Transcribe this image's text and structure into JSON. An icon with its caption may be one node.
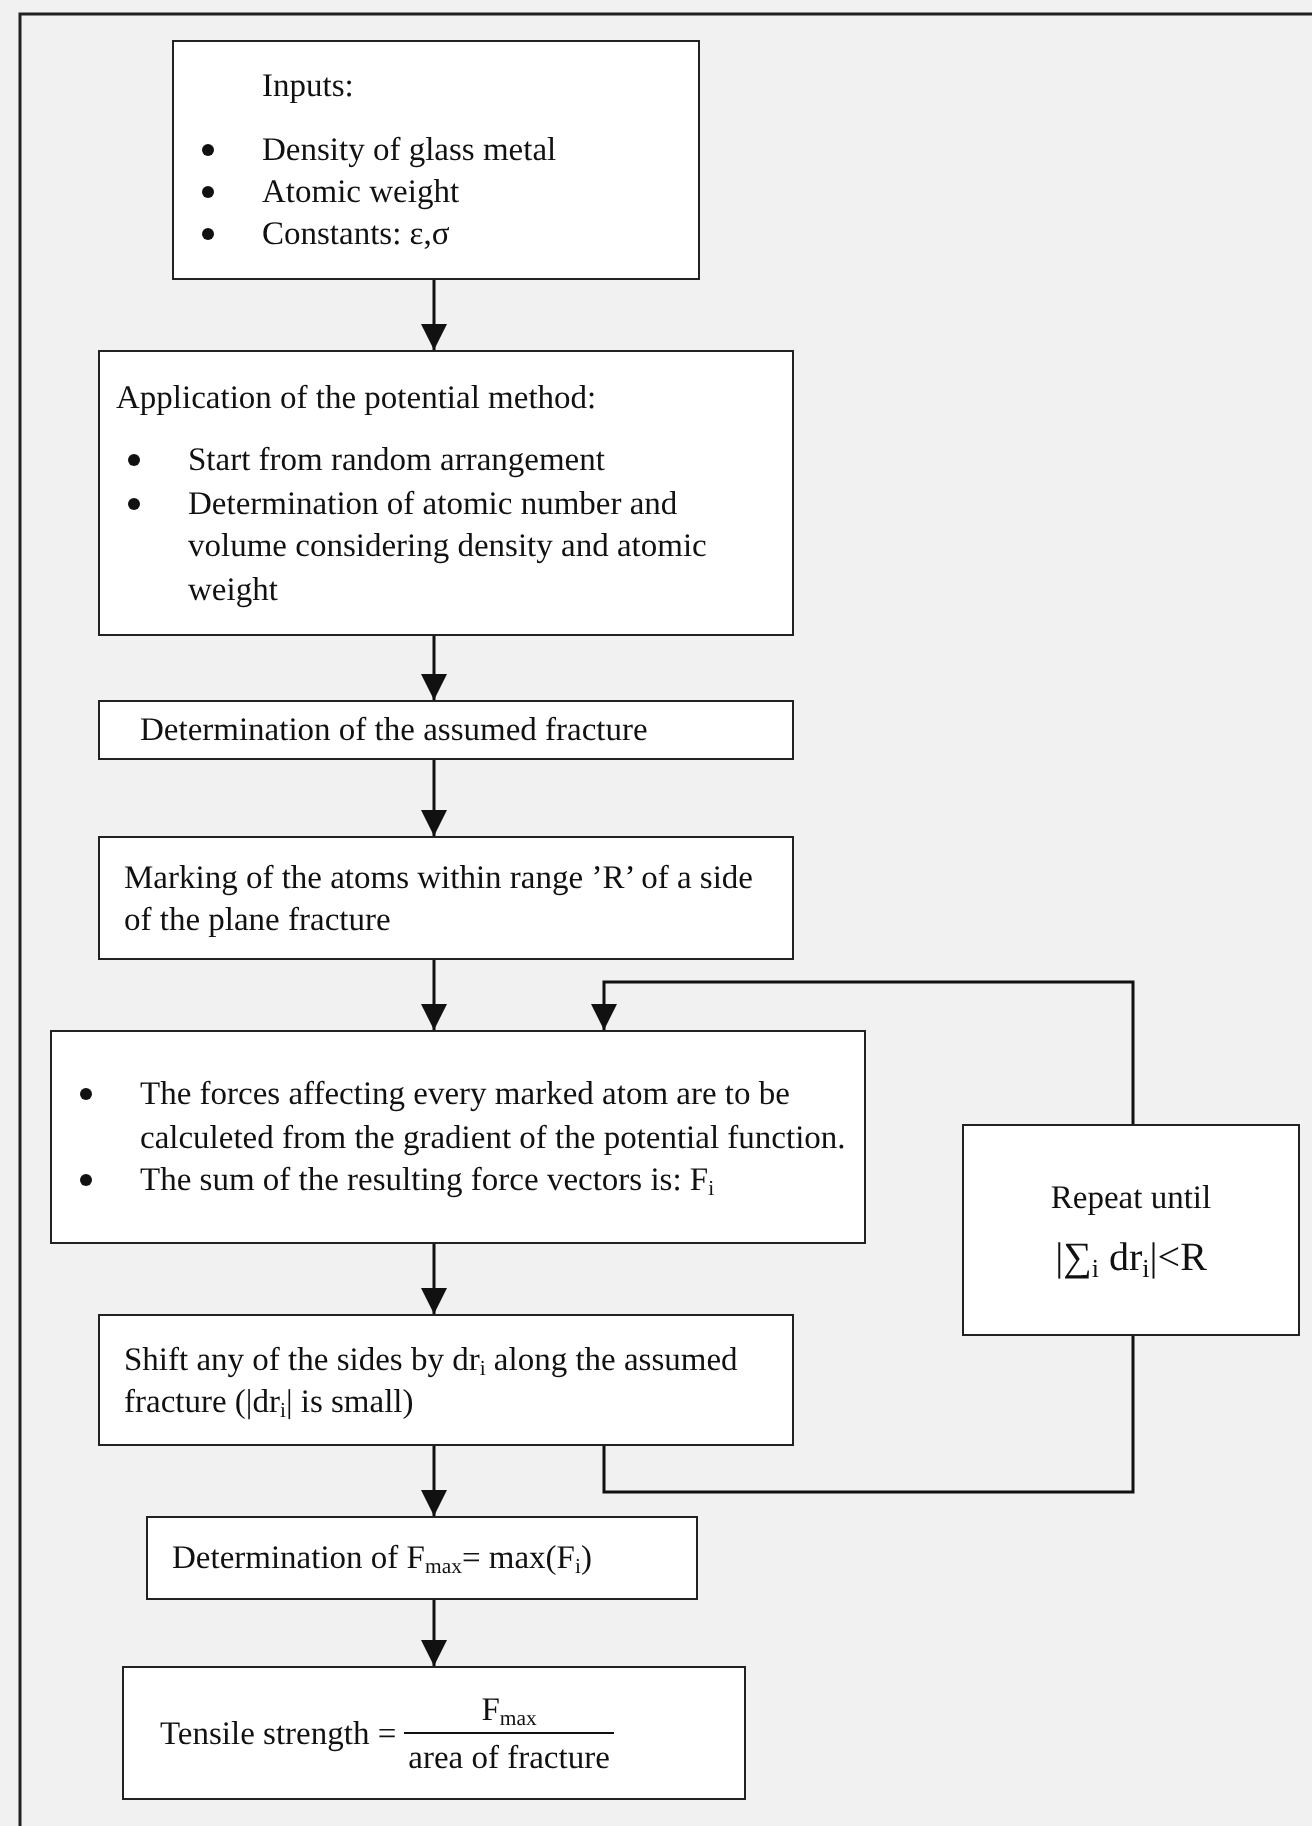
{
  "diagram": {
    "nodes": [
      {
        "text": [
          "Inputs:",
          "Density of glass metal",
          "Atomic weight",
          "Constants: ε,σ"
        ]
      },
      {
        "text": [
          "Application of the potential method:",
          "Start from random arrangement",
          "Determination of atomic number and volume considering density and atomic weight"
        ]
      },
      {
        "text": [
          "Determination of the assumed fracture"
        ]
      },
      {
        "text": [
          "Marking of the atoms within range ’R’ of a side of the plane fracture"
        ]
      },
      {
        "text": [
          "The forces affecting every marked atom are to be calculeted from the gradient of the potential function.",
          "The sum of the resulting force vectors is: F$_{i}$"
        ]
      },
      {
        "text": [
          "Repeat until",
          "|∑$_{i}$ dr$_{i}$|<R"
        ]
      },
      {
        "text": [
          "Shift any of the sides by dr$_{i}$ along the assumed fracture (|dr$_{i}$| is small)"
        ]
      },
      {
        "text": [
          "Determination of F$_{max}$= max(F$_{i}$)"
        ]
      },
      {
        "text": [
          "Tensile strength =",
          "F$_{max}$",
          "area of fracture"
        ]
      }
    ],
    "edges": [
      {
        "from": 0,
        "to": 1,
        "arrow": "to"
      },
      {
        "from": 1,
        "to": 2,
        "arrow": "to"
      },
      {
        "from": 2,
        "to": 3,
        "arrow": "to"
      },
      {
        "from": 3,
        "to": 4,
        "arrow": "to"
      },
      {
        "from": 4,
        "to": 6,
        "arrow": "to"
      },
      {
        "from": 6,
        "to": 7,
        "arrow": "to"
      },
      {
        "from": 7,
        "to": 8,
        "arrow": "to"
      },
      {
        "from": 6,
        "to": 5,
        "arrow": "none"
      },
      {
        "from": 5,
        "to": 4,
        "arrow": "to"
      }
    ]
  }
}
